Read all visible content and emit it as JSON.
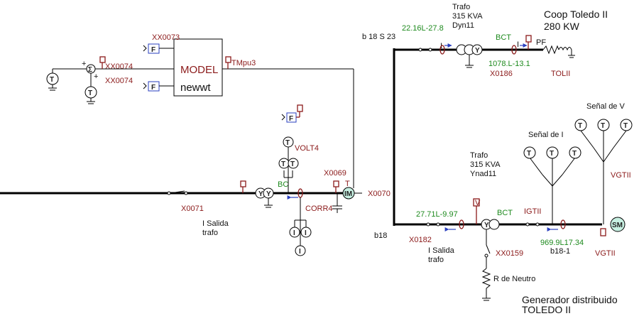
{
  "colors": {
    "name_label": "#8b1a1a",
    "flow_value": "#1e8a1e",
    "wire": "#000000",
    "meter_arrow": "#2a3fbf"
  },
  "model_block": {
    "title": "MODEL",
    "name": "newwt",
    "output": "TMpu3",
    "input_top": "XX0073",
    "input_mid": "XX0074",
    "input_low": "XX0074"
  },
  "symbols": {
    "T": "T",
    "F": "F",
    "V": "V",
    "I": "I",
    "Y": "Y",
    "sigma": "Σ",
    "SM": "SM",
    "IM": "IM",
    "plus": "+"
  },
  "labels": {
    "x0071": "X0071",
    "i_salida_1": "I Salida",
    "trafo_1": "trafo",
    "volt4": "VOLT4",
    "bc_1": "BC",
    "corr4": "CORR4",
    "x0069": "X0069",
    "x0070": "X0070",
    "b18s23": "b 18 S 23",
    "b18": "b18",
    "flow_top_left": "22.16L-27.8",
    "trafo_top": "Trafo",
    "kva_top": "315 KVA",
    "dyn11": "Dyn11",
    "bct_top": "BCT",
    "flow_top_right": "1078.L-13.1",
    "x0186": "X0186",
    "coop_title": "Coop Toledo II",
    "coop_kw": "280  KW",
    "pf": "PF",
    "tolii": "TOLII",
    "senal_v": "Señal de V",
    "senal_i": "Señal de I",
    "vgtii_top": "VGTII",
    "trafo_mid": "Trafo",
    "kva_mid": "315 KVA",
    "ynad11": "Ynad11",
    "flow_bottom_left": "27.71L-9.97",
    "bct_bottom": "BCT",
    "igtii": "IGTII",
    "x0182": "X0182",
    "i_salida_2": "I Salida",
    "trafo_2": "trafo",
    "x0159": "XX0159",
    "flow_bottom_right": "969.9L17.34",
    "b18_1": "b18-1",
    "vgtii_bottom": "VGTII",
    "r_neutro": "R de Neutro",
    "gen_title": "Generador distribuido",
    "gen_name": "TOLEDO II"
  }
}
